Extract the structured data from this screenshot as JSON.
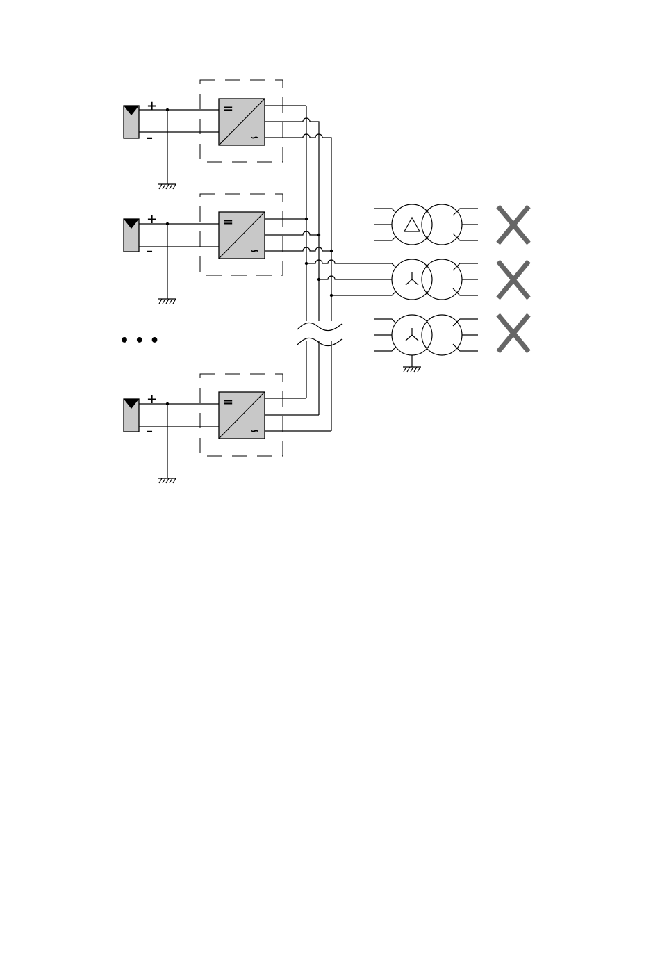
{
  "diagram": {
    "polarity": {
      "plus": "+",
      "minus": "–"
    },
    "converter": {
      "dc_symbol": "=",
      "ac_symbol": "∽"
    },
    "ellipsis": "• • •",
    "inverter_units": [
      {
        "id": "unit-1"
      },
      {
        "id": "unit-2"
      },
      {
        "id": "unit-n"
      }
    ],
    "transformers": [
      {
        "winding": "delta",
        "breaker": "open"
      },
      {
        "winding": "wye",
        "breaker": "open"
      },
      {
        "winding": "wye-grounded",
        "breaker": "open"
      }
    ],
    "colors": {
      "block_fill": "#c8c8c8",
      "breaker_cross": "#666666",
      "line": "#000000"
    }
  }
}
